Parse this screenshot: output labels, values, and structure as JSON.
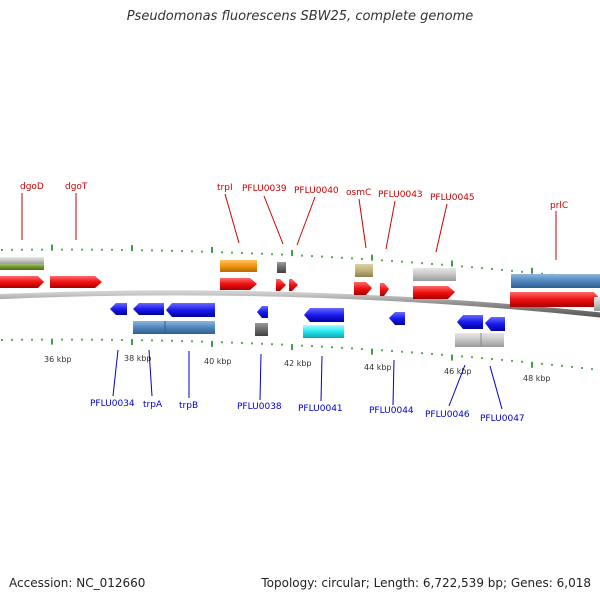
{
  "title": "Pseudomonas fluorescens SBW25, complete genome",
  "accession": "Accession: NC_012660",
  "topology": "Topology: circular; Length: 6,722,539 bp; Genes: 6,018",
  "colors": {
    "forward_label": "#cc0000",
    "reverse_label": "#0000cc",
    "forward_gene": "#ee1111",
    "reverse_gene": "#1a1aee",
    "tick": "#118811",
    "axis": "#888888"
  },
  "kbp_ticks": [
    "36 kbp",
    "38 kbp",
    "40 kbp",
    "42 kbp",
    "44 kbp",
    "46 kbp",
    "48 kbp"
  ],
  "forward_labels": [
    "dgoD",
    "dgoT",
    "trpI",
    "PFLU0039",
    "PFLU0040",
    "osmC",
    "PFLU0043",
    "PFLU0045",
    "prlC"
  ],
  "reverse_labels": [
    "PFLU0034",
    "trpA",
    "trpB",
    "PFLU0038",
    "PFLU0041",
    "PFLU0044",
    "PFLU0046",
    "PFLU0047"
  ]
}
